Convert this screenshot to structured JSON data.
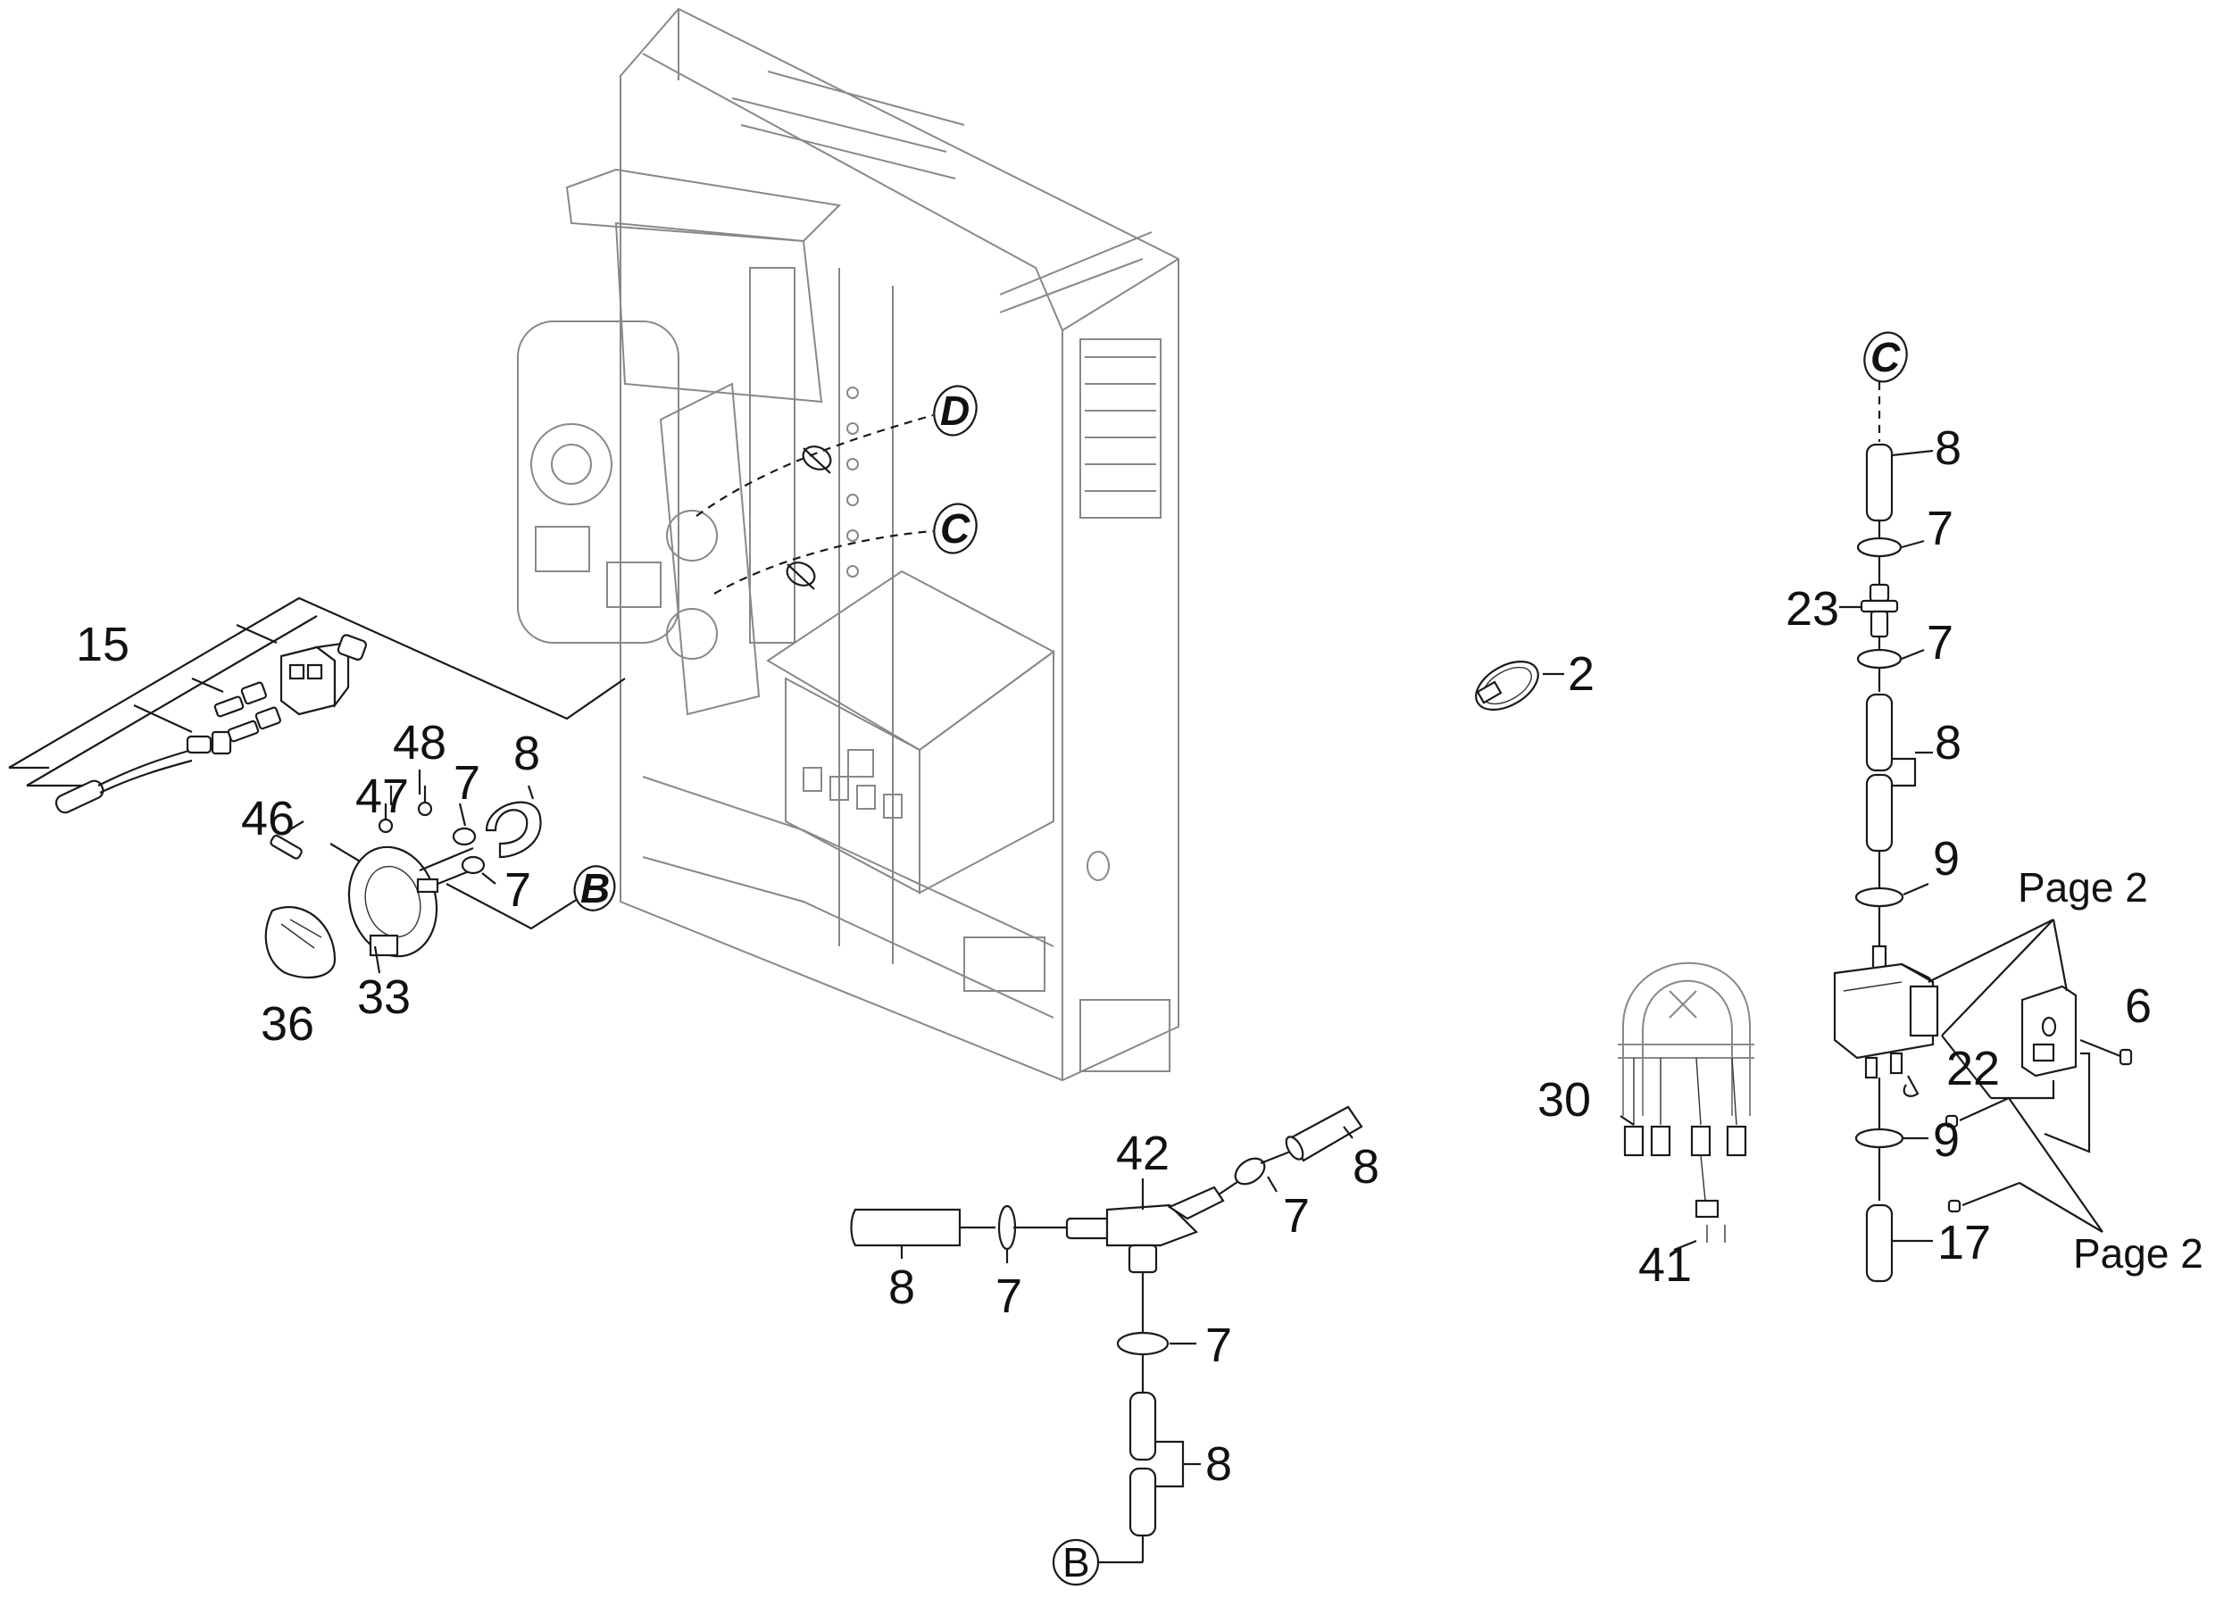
{
  "labels": {
    "p2": "2",
    "p6": "6",
    "p7": "7",
    "p8": "8",
    "p9": "9",
    "p15": "15",
    "p17": "17",
    "p22": "22",
    "p23": "23",
    "p30": "30",
    "p33": "33",
    "p36": "36",
    "p41": "41",
    "p42": "42",
    "p46": "46",
    "p47": "47",
    "p48": "48"
  },
  "page_refs": {
    "page2": "Page 2"
  },
  "connectors": {
    "B": "B",
    "C": "C",
    "D": "D"
  }
}
